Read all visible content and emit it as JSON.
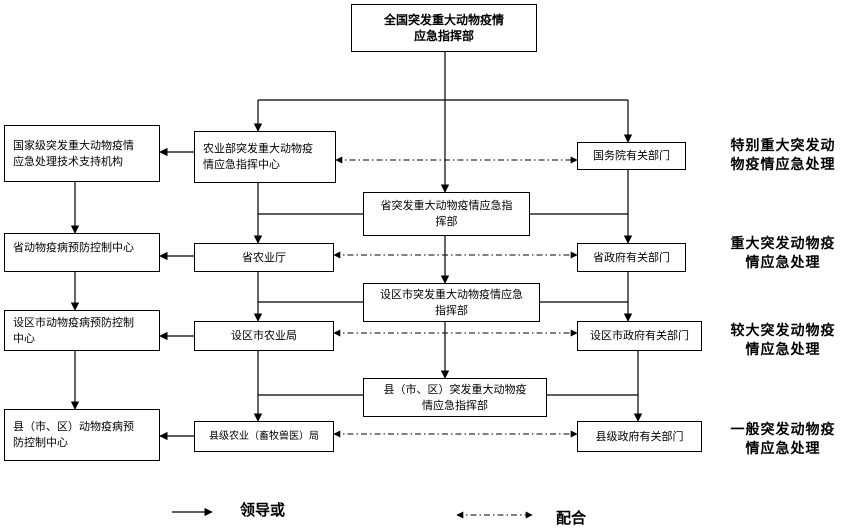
{
  "boxes": {
    "national_command": [
      "全国突发重大动物疫情",
      "应急指挥部"
    ],
    "tech_support": [
      "国家级突发重大动物疫情",
      "应急处理技术支持机构"
    ],
    "moa_center": [
      "农业部突发重大动物疫",
      "情应急指挥中心"
    ],
    "state_council": [
      "国务院有关部门"
    ],
    "provincial_command": [
      "省突发重大动物疫情应急指",
      "挥部"
    ],
    "prov_disease_center": [
      "省动物疫病预防控制中心"
    ],
    "prov_agri_dept": [
      "省农业厅"
    ],
    "prov_gov_depts": [
      "省政府有关部门"
    ],
    "city_command": [
      "设区市突发重大动物疫情应急",
      "指挥部"
    ],
    "city_disease_center": [
      "设区市动物疫病预防控制",
      "中心"
    ],
    "city_agri_bureau": [
      "设区市农业局"
    ],
    "city_gov_depts": [
      "设区市政府有关部门"
    ],
    "county_command": [
      "县（市、区）突发重大动物疫",
      "情应急指挥部"
    ],
    "county_disease_center": [
      "县（市、区）动物疫病预",
      "防控制中心"
    ],
    "county_agri_bureau": [
      "县级农业（畜牧兽医）局"
    ],
    "county_gov_depts": [
      "县级政府有关部门"
    ]
  },
  "levels": [
    [
      "特别重大突发动",
      "物疫情应急处理"
    ],
    [
      "重大突发动物疫",
      "情应急处理"
    ],
    [
      "较大突发动物疫",
      "情应急处理"
    ],
    [
      "一般突发动物疫",
      "情应急处理"
    ]
  ],
  "legend": {
    "lead_label": "领导或",
    "coop_label": "配合"
  }
}
